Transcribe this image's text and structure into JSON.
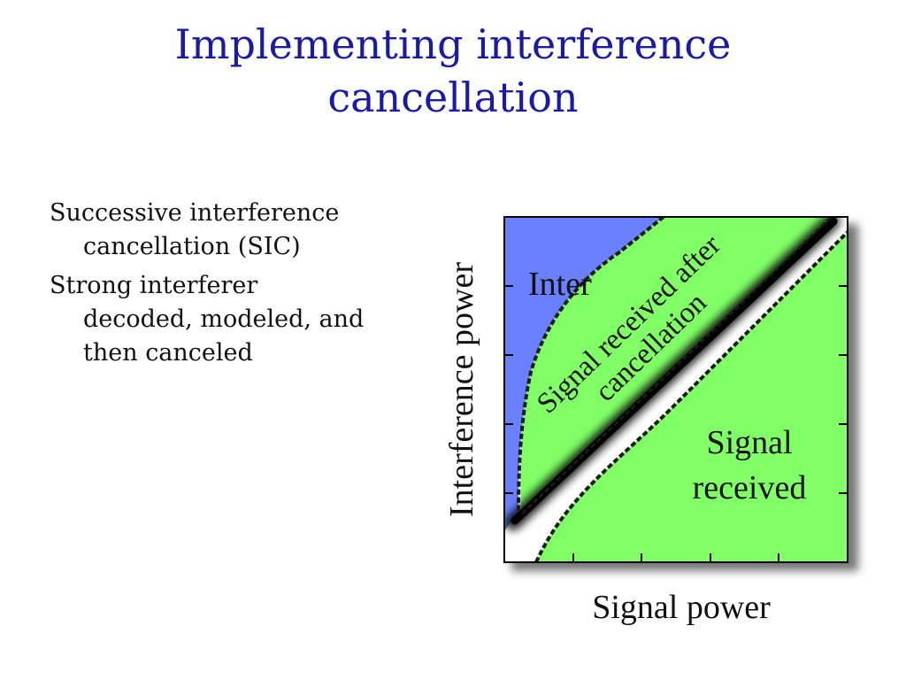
{
  "slide": {
    "title_line1": "Implementing interference",
    "title_line2": "cancellation"
  },
  "bullets": [
    {
      "line1": "Successive interference",
      "line2": "cancellation (SIC)"
    },
    {
      "line1": "Strong interferer",
      "line2": "decoded, modeled, and",
      "line3": "then canceled"
    }
  ],
  "diagram": {
    "x_axis_label": "Signal power",
    "y_axis_label": "Interference power",
    "interference_label": "Inter",
    "after_cancellation_line1": "Signal received after",
    "after_cancellation_line2": "cancellation",
    "signal_received_line1": "Signal",
    "signal_received_line2": "received",
    "colors": {
      "interference_region": "#6a80ff",
      "signal_region": "#80ff66",
      "title": "#1a1aa6"
    }
  }
}
